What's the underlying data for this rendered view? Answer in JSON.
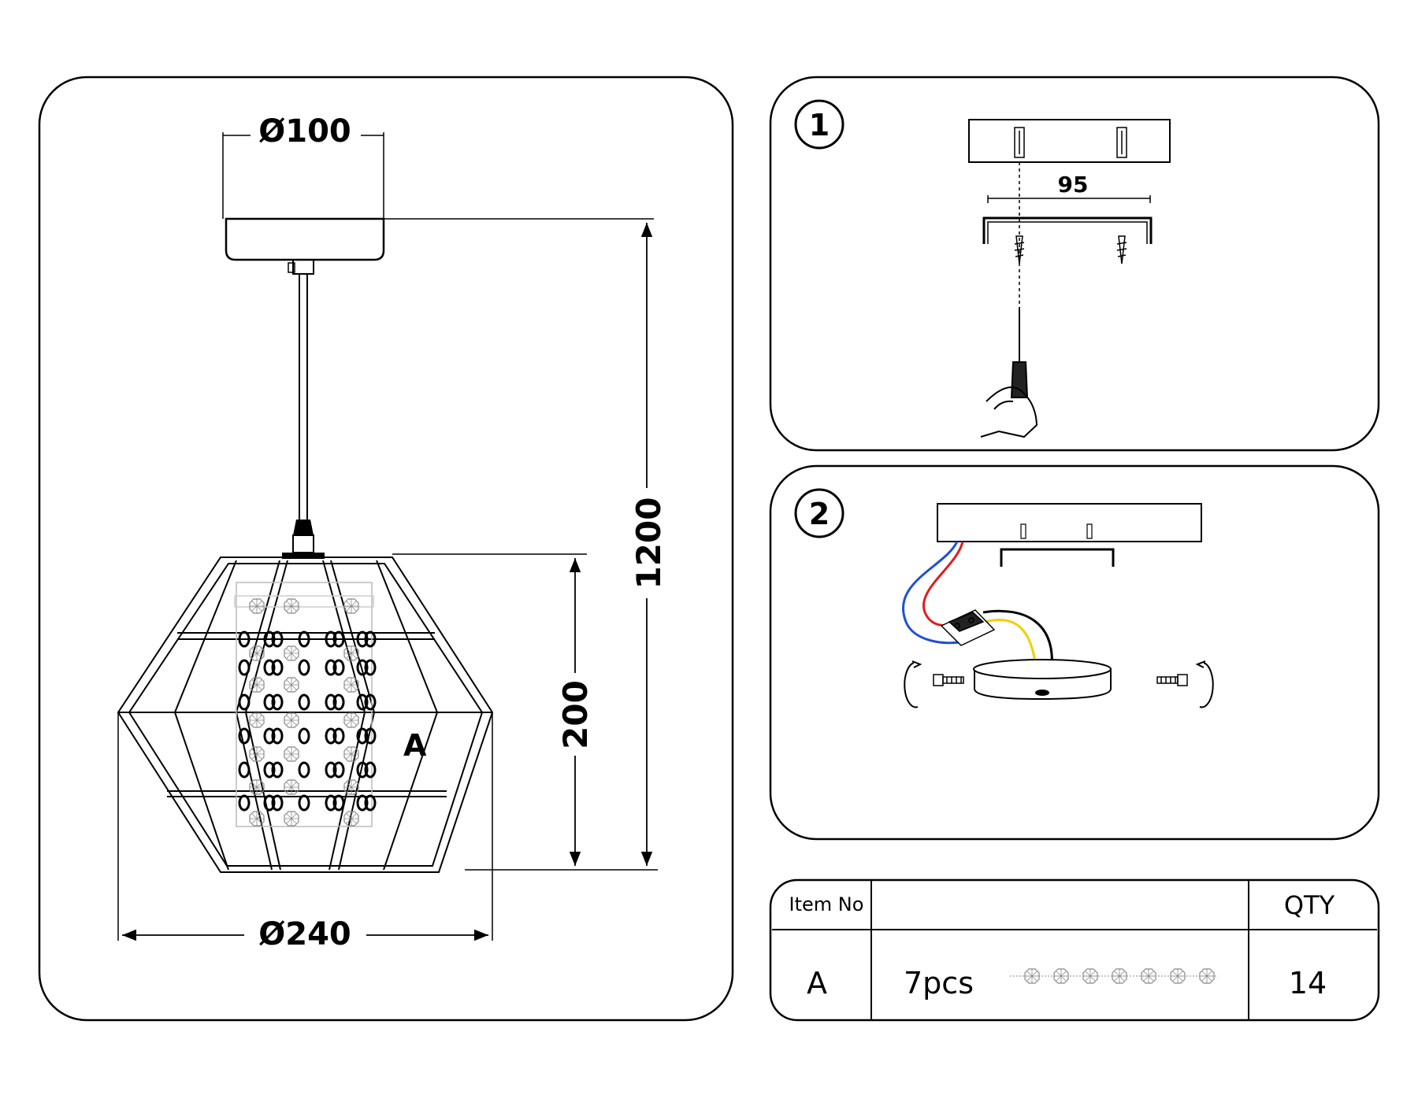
{
  "main_drawing": {
    "canopy_diameter": "Ø100",
    "total_height": "1200",
    "shade_height": "200",
    "shade_diameter": "Ø240",
    "part_label": "A"
  },
  "step1": {
    "number": "1",
    "bracket_width": "95"
  },
  "step2": {
    "number": "2",
    "wire_colors": [
      "#1e4fd6",
      "#e21b1b",
      "#f2d000",
      "#000000"
    ]
  },
  "parts_table": {
    "headers": {
      "item_no": "Item No",
      "description": "",
      "qty": "QTY"
    },
    "rows": [
      {
        "item_no": "A",
        "description": "7pcs",
        "qty": "14",
        "icon": "crystal-strand-icon"
      }
    ]
  }
}
